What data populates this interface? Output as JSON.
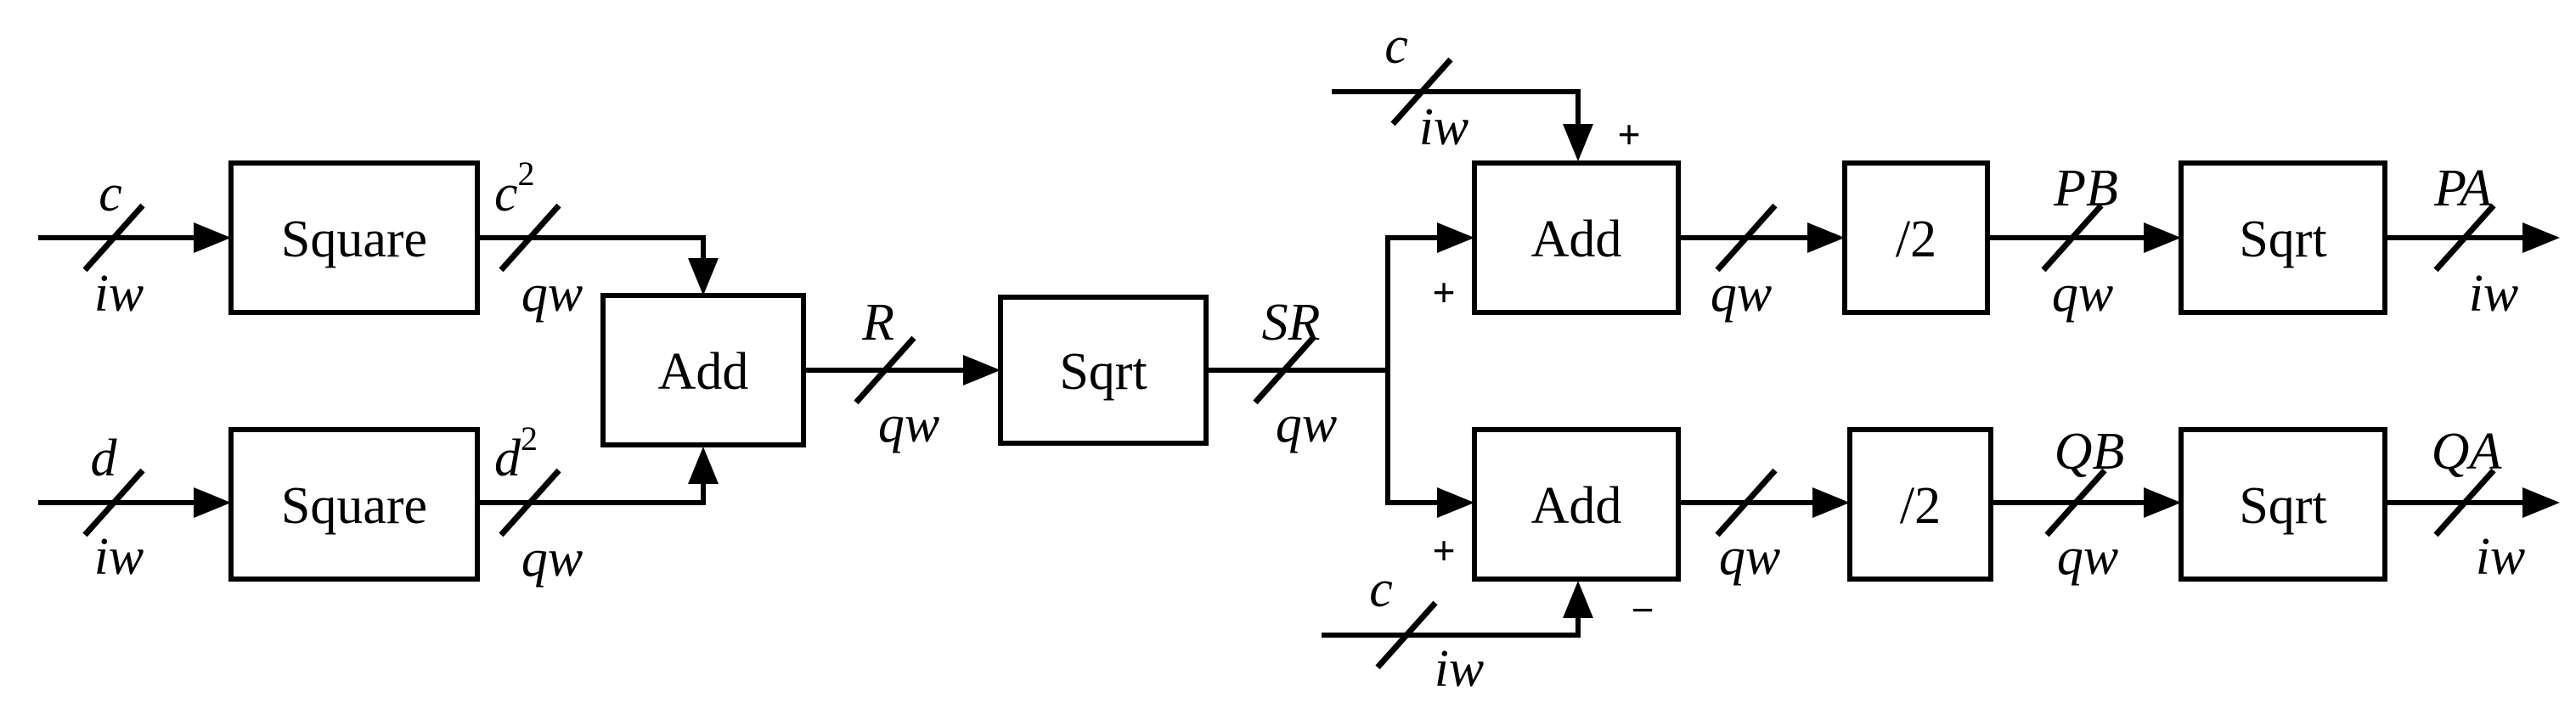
{
  "blocks": {
    "square_c": "Square",
    "square_d": "Square",
    "add_r": "Add",
    "sqrt_sr": "Sqrt",
    "add_p": "Add",
    "add_q": "Add",
    "div_p": "/2",
    "div_q": "/2",
    "sqrt_pa": "Sqrt",
    "sqrt_qa": "Sqrt"
  },
  "signals": {
    "in_c": {
      "name": "c",
      "width": "iw"
    },
    "in_d": {
      "name": "d",
      "width": "iw"
    },
    "c_squared": {
      "name": "c",
      "exp": "2",
      "width": "qw"
    },
    "d_squared": {
      "name": "d",
      "exp": "2",
      "width": "qw"
    },
    "r": {
      "name": "R",
      "width": "qw"
    },
    "sr": {
      "name": "SR",
      "width": "qw"
    },
    "c_top": {
      "name": "c",
      "width": "iw"
    },
    "c_bottom": {
      "name": "c",
      "width": "iw"
    },
    "add_p_out": {
      "width": "qw"
    },
    "add_q_out": {
      "width": "qw"
    },
    "pb": {
      "name": "PB",
      "width": "qw"
    },
    "qb": {
      "name": "QB",
      "width": "qw"
    },
    "pa": {
      "name": "PA",
      "width": "iw"
    },
    "qa": {
      "name": "QA",
      "width": "iw"
    }
  },
  "signs": {
    "add_p_top": "+",
    "add_p_left": "+",
    "add_q_left": "+",
    "add_q_bottom": "−"
  }
}
